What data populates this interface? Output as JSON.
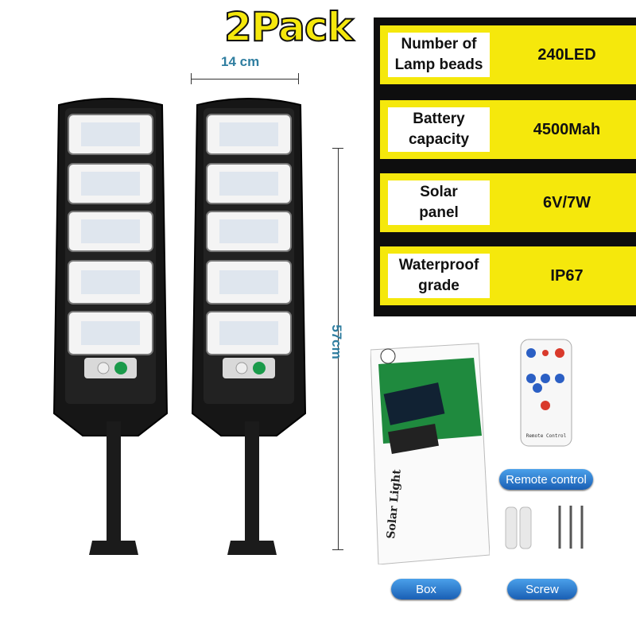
{
  "title": "2Pack",
  "dimensions": {
    "width": "14 cm",
    "height": "57cm"
  },
  "specs": [
    {
      "label": "Number of\nLamp beads",
      "value": "240LED"
    },
    {
      "label": "Battery\ncapacity",
      "value": "4500Mah"
    },
    {
      "label": "Solar\npanel",
      "value": "6V/7W"
    },
    {
      "label": "Waterproof\ngrade",
      "value": "IP67"
    }
  ],
  "accessories": {
    "box_label": "Box",
    "screw_label": "Screw",
    "remote_label": "Remote control",
    "box_text": "Solar Light",
    "remote_text": "Remote Control"
  },
  "colors": {
    "yellow": "#f5e80c",
    "black": "#0e0e0e",
    "pill_blue": "#1a5fb4",
    "dim_text": "#2f7ea0",
    "box_green": "#1f8a3e"
  }
}
